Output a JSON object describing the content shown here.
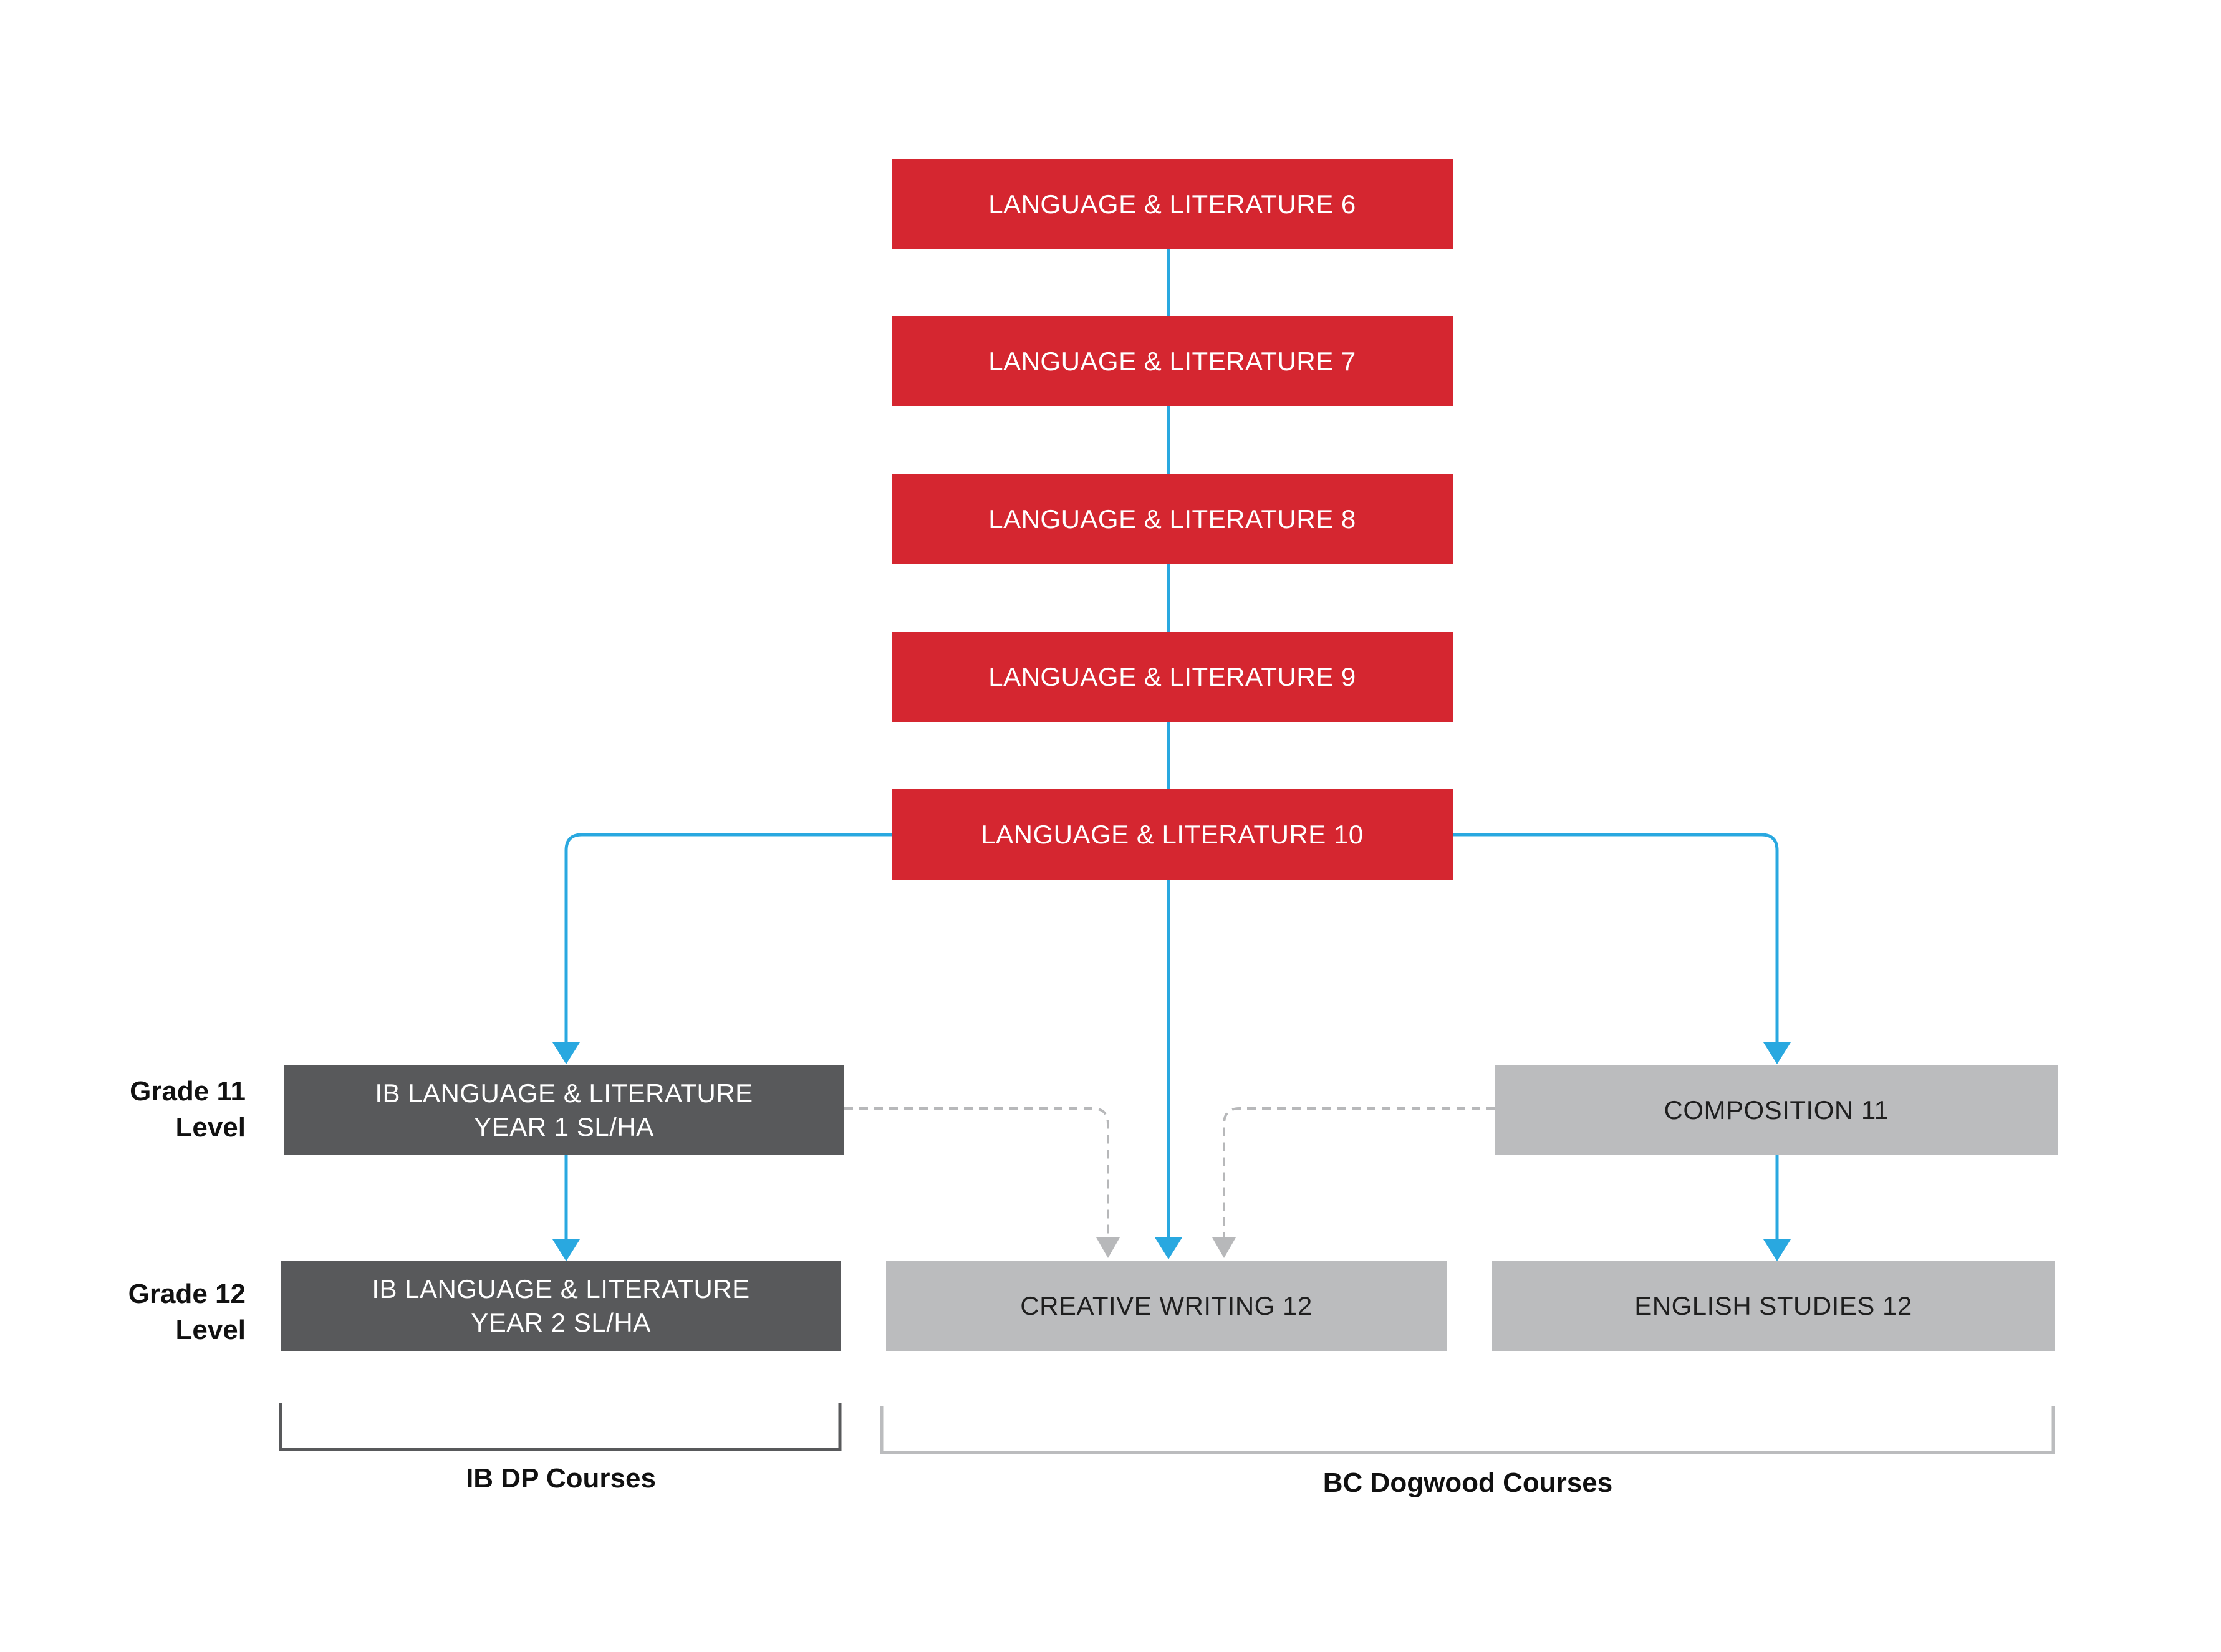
{
  "colors": {
    "core_course": "#d52630",
    "ib_course": "#58595b",
    "bc_course": "#bbbcbe",
    "required_path": "#29a8e0",
    "optional_path": "#b7b8ba"
  },
  "courses": {
    "ll6": "LANGUAGE & LITERATURE 6",
    "ll7": "LANGUAGE & LITERATURE 7",
    "ll8": "LANGUAGE & LITERATURE 8",
    "ll9": "LANGUAGE & LITERATURE 9",
    "ll10": "LANGUAGE & LITERATURE 10",
    "ib_y1": {
      "line1": "IB LANGUAGE & LITERATURE",
      "line2": "YEAR 1 SL/HA"
    },
    "ib_y2": {
      "line1": "IB LANGUAGE & LITERATURE",
      "line2": "YEAR 2 SL/HA"
    },
    "composition11": "COMPOSITION 11",
    "creative12": "CREATIVE WRITING 12",
    "english12": "ENGLISH STUDIES 12"
  },
  "grade_labels": {
    "g11": {
      "line1": "Grade 11",
      "line2": "Level"
    },
    "g12": {
      "line1": "Grade 12",
      "line2": "Level"
    }
  },
  "groups": {
    "ib": "IB DP Courses",
    "bc": "BC Dogwood Courses"
  }
}
